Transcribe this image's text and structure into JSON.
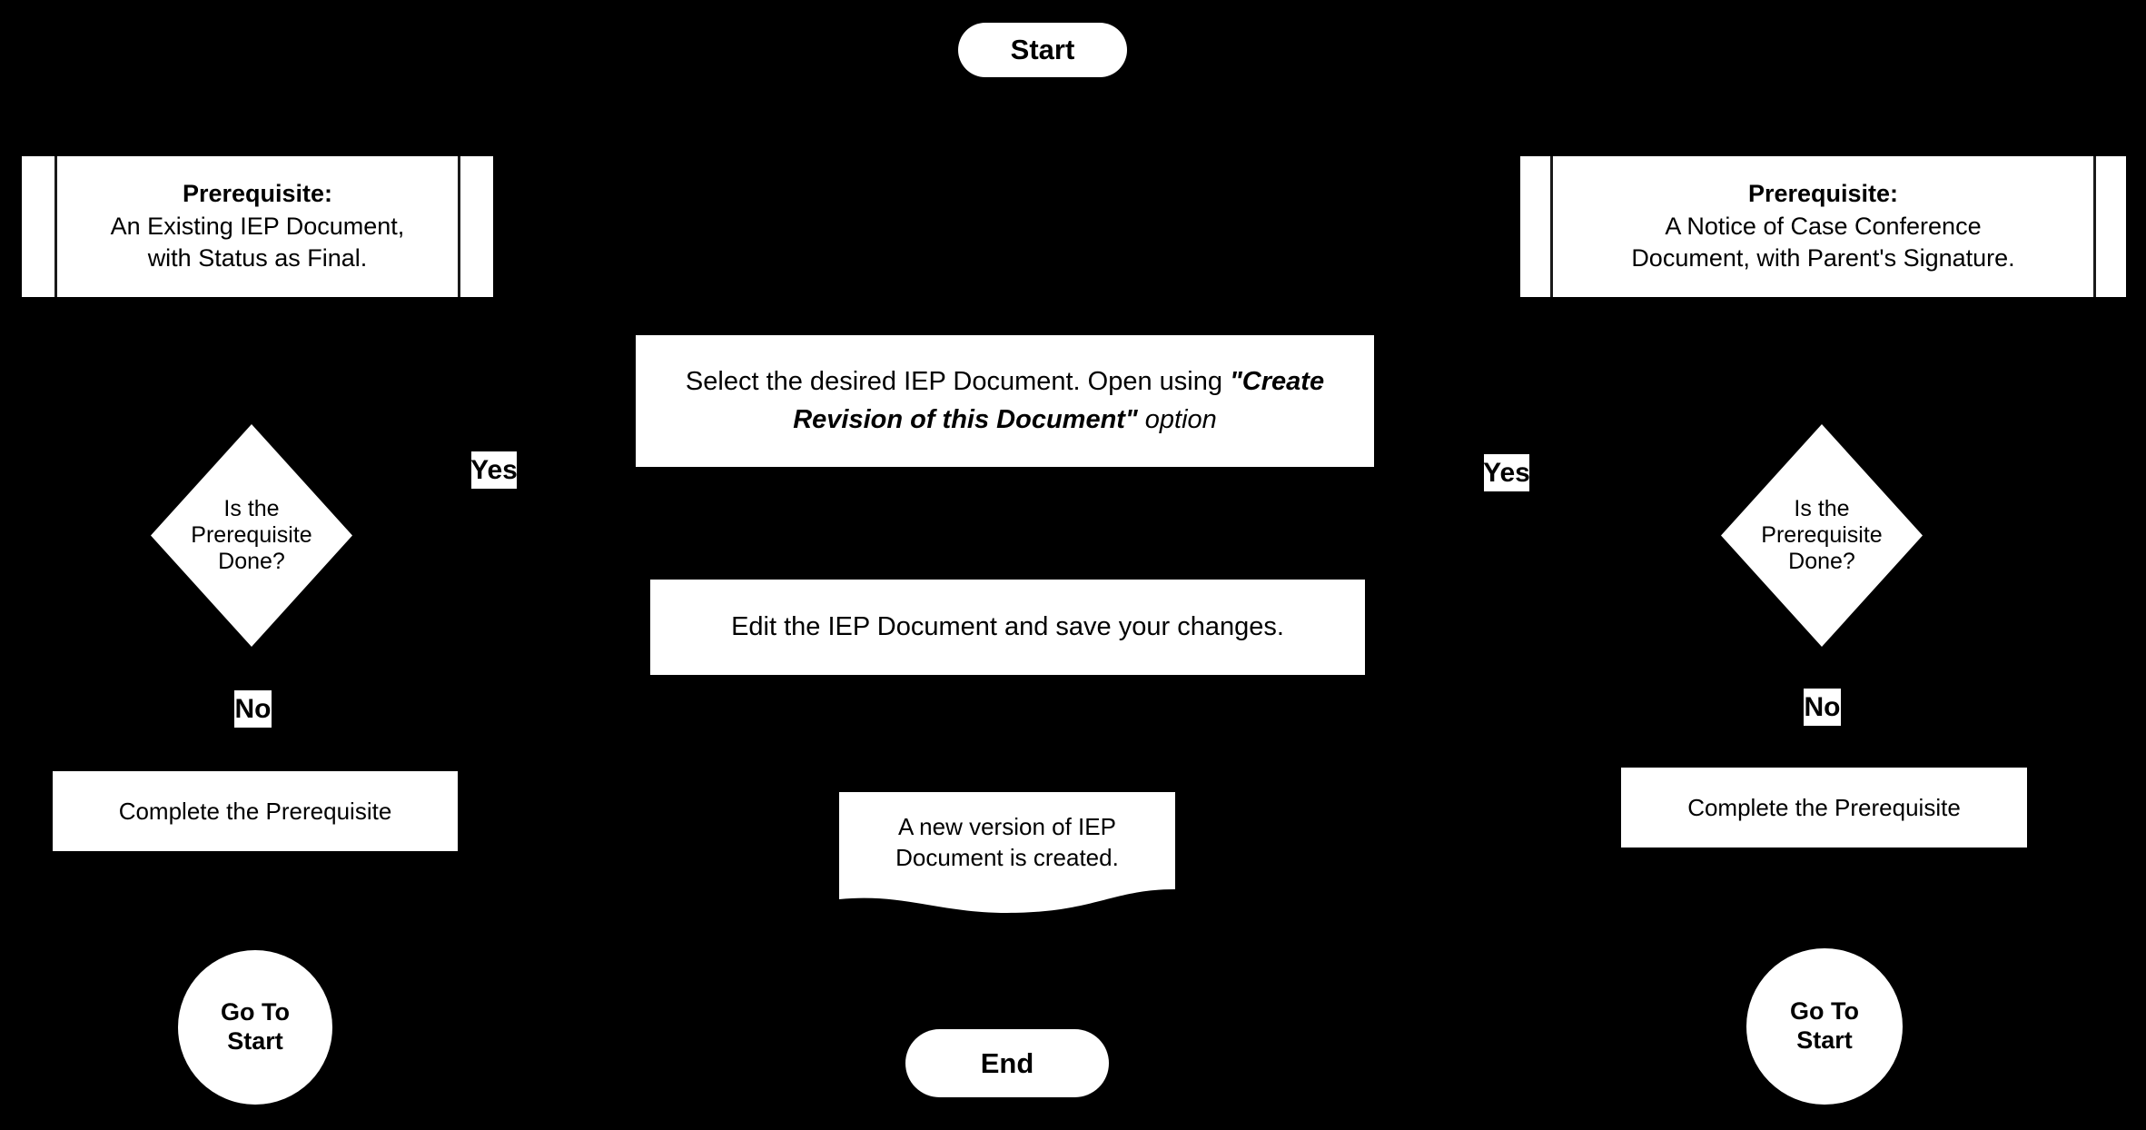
{
  "diagram": {
    "title": "IEP Document Revision Flowchart",
    "background_color": "#000000",
    "shape_fill": "#ffffff",
    "text_color": "#000000"
  },
  "nodes": {
    "start": {
      "label": "Start",
      "shape": "terminator"
    },
    "end": {
      "label": "End",
      "shape": "terminator"
    },
    "prereq_left": {
      "shape": "predefined-process",
      "heading": "Prerequisite:",
      "line1": "An Existing IEP Document,",
      "line2": "with Status as Final."
    },
    "prereq_right": {
      "shape": "predefined-process",
      "heading": "Prerequisite:",
      "line1": "A Notice of Case Conference",
      "line2": "Document, with Parent's Signature."
    },
    "decision_left": {
      "shape": "decision",
      "line1": "Is the",
      "line2": "Prerequisite",
      "line3": "Done?"
    },
    "decision_right": {
      "shape": "decision",
      "line1": "Is the",
      "line2": "Prerequisite",
      "line3": "Done?"
    },
    "complete_left": {
      "shape": "process",
      "label": "Complete the Prerequisite"
    },
    "complete_right": {
      "shape": "process",
      "label": "Complete the Prerequisite"
    },
    "goto_start_left": {
      "shape": "connector",
      "line1": "Go To",
      "line2": "Start"
    },
    "goto_start_right": {
      "shape": "connector",
      "line1": "Go To",
      "line2": "Start"
    },
    "select_document": {
      "shape": "process",
      "part1": "Select the desired IEP Document. Open using ",
      "part2": "\"Create Revision of this Document\"",
      "part3": " option"
    },
    "edit_document": {
      "shape": "process",
      "label": "Edit the IEP Document and save your changes."
    },
    "new_version": {
      "shape": "document",
      "line1": "A new version of IEP",
      "line2": "Document is created."
    }
  },
  "edge_labels": {
    "left_yes": "Yes",
    "left_no": "No",
    "right_yes": "Yes",
    "right_no": "No"
  }
}
